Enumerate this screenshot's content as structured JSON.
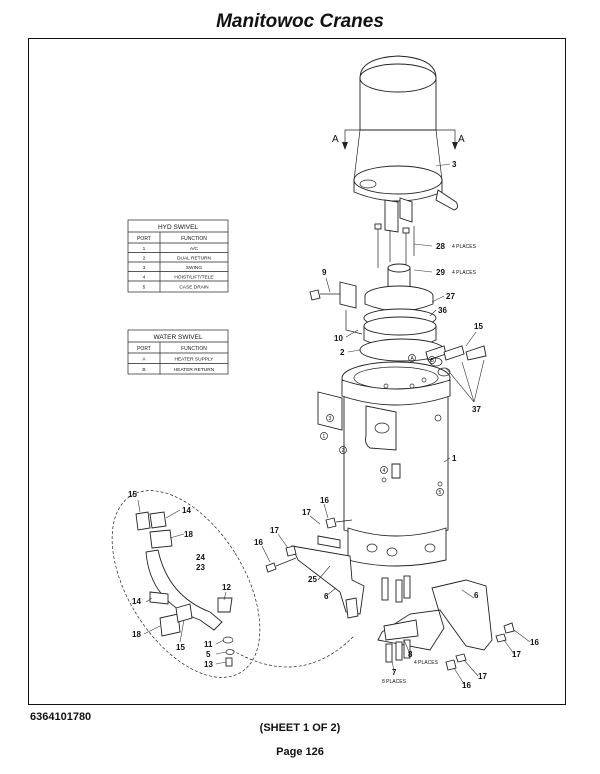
{
  "header": {
    "title": "Manitowoc Cranes"
  },
  "footer": {
    "doc_number": "6364101780",
    "sheet": "(SHEET 1 OF 2)",
    "page": "Page 126"
  },
  "section_markers": [
    "A",
    "A"
  ],
  "hyd_swivel": {
    "title": "HYD SWIVEL",
    "headers": [
      "PORT",
      "FUNCTION"
    ],
    "rows": [
      [
        "1",
        "A/C"
      ],
      [
        "2",
        "DUAL RETURN"
      ],
      [
        "3",
        "SWING"
      ],
      [
        "4",
        "HOIST/LIFT/TELE"
      ],
      [
        "5",
        "CASE DRAIN"
      ]
    ]
  },
  "water_swivel": {
    "title": "WATER SWIVEL",
    "headers": [
      "PORT",
      "FUNCTION"
    ],
    "rows": [
      [
        "A",
        "HEATER SUPPLY"
      ],
      [
        "B",
        "HEATER RETURN"
      ]
    ]
  },
  "callouts": {
    "c3": "3",
    "c28": "28",
    "c28_note": "4 PLACES",
    "c29": "29",
    "c29_note": "4 PLACES",
    "c9": "9",
    "c27": "27",
    "c36": "36",
    "c10": "10",
    "c2": "2",
    "c15a": "15",
    "c37": "37",
    "c1": "1",
    "c15b": "15",
    "c14a": "14",
    "c18a": "18",
    "c24": "24",
    "c23": "23",
    "c12": "12",
    "c14b": "14",
    "c18b": "18",
    "c15c": "15",
    "c11": "11",
    "c5": "5",
    "c13": "13",
    "c16a": "16",
    "c17a": "17",
    "c16b": "16",
    "c17b": "17",
    "c25": "25",
    "c6a": "6",
    "c6b": "6",
    "c16c": "16",
    "c17c": "17",
    "c8": "8",
    "c8_note": "4 PLACES",
    "c17d": "17",
    "c16d": "16",
    "c7": "7",
    "c7_note": "8 PLACES"
  },
  "port_marks": [
    "1",
    "2",
    "3",
    "4",
    "5",
    "A",
    "B"
  ]
}
